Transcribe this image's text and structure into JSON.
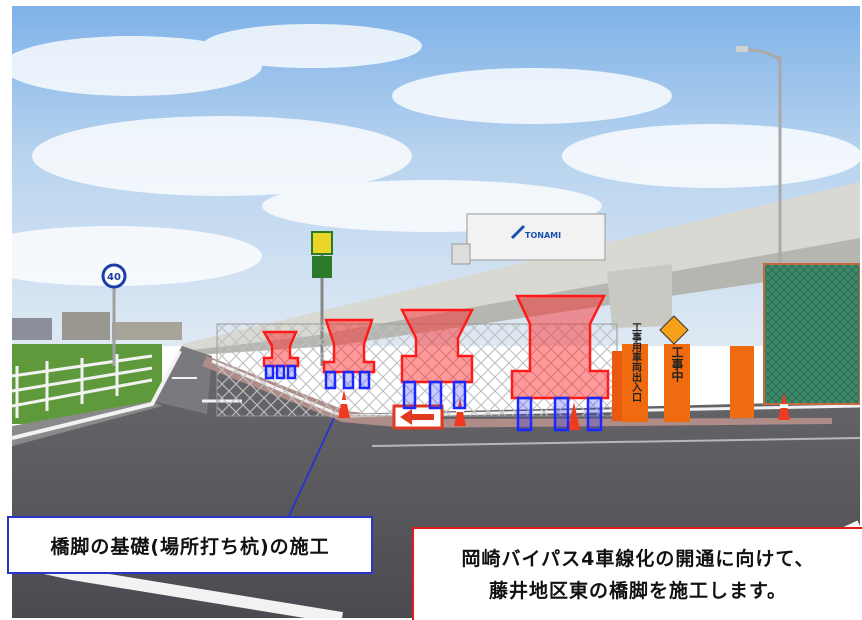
{
  "callouts": {
    "pier_foundation": "橋脚の基礎(場所打ち杭)の施工",
    "announcement_line1": "岡崎バイパス4車線化の開通に向けて、",
    "announcement_line2": "藤井地区東の橋脚を施工します。"
  },
  "signs": {
    "speed_limit": "40",
    "truck_logo": "TONAMI",
    "sign1": "工事用車両出入口",
    "sign2": "工事中"
  },
  "colors": {
    "pier_overlay": "#ff2020",
    "pile_overlay": "#2030ff",
    "callout_left_border": "#2a36c8",
    "callout_right_border": "#e21a1a",
    "sign_orange": "#f06a10"
  }
}
